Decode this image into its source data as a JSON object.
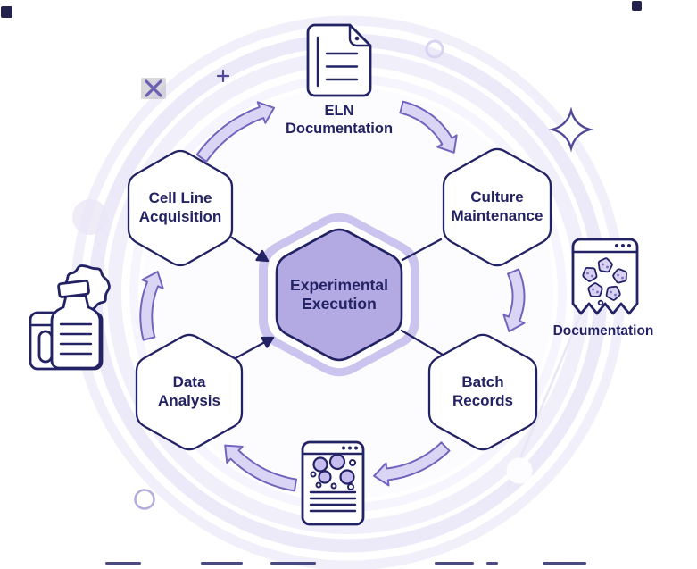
{
  "center": {
    "label": "Experimental Execution"
  },
  "nodes": {
    "cell_line": {
      "label": "Cell Line Acquisition"
    },
    "culture_maintenance": {
      "label": "Culture Maintenance"
    },
    "batch_records": {
      "label": "Batch Records"
    },
    "data_analysis": {
      "label": "Data Analysis"
    }
  },
  "captions": {
    "eln": {
      "label": "ELN Documentation"
    },
    "documentation": {
      "label": "Documentation"
    }
  },
  "icons": {
    "top": "document-icon",
    "right": "browser-window-cells-icon",
    "bottom": "browser-window-bubble-chart-icon",
    "left": "lab-bottle-and-box-icon",
    "decorations": [
      "sparkle-icon",
      "plus-icon",
      "x-mark-icon"
    ]
  },
  "flow": {
    "direction": "clockwise",
    "sequence": [
      "Cell Line Acquisition",
      "ELN Documentation",
      "Culture Maintenance",
      "Documentation",
      "Batch Records",
      "Data Analysis"
    ]
  },
  "colors": {
    "navy": "#232264",
    "center_fill": "#b3a9e3",
    "center_glow": "#cbc4ee",
    "arrow_fill": "#dad5f4",
    "arrow_stroke": "#7164bd",
    "ring": "#edebf8",
    "node_fill": "#ffffff"
  }
}
